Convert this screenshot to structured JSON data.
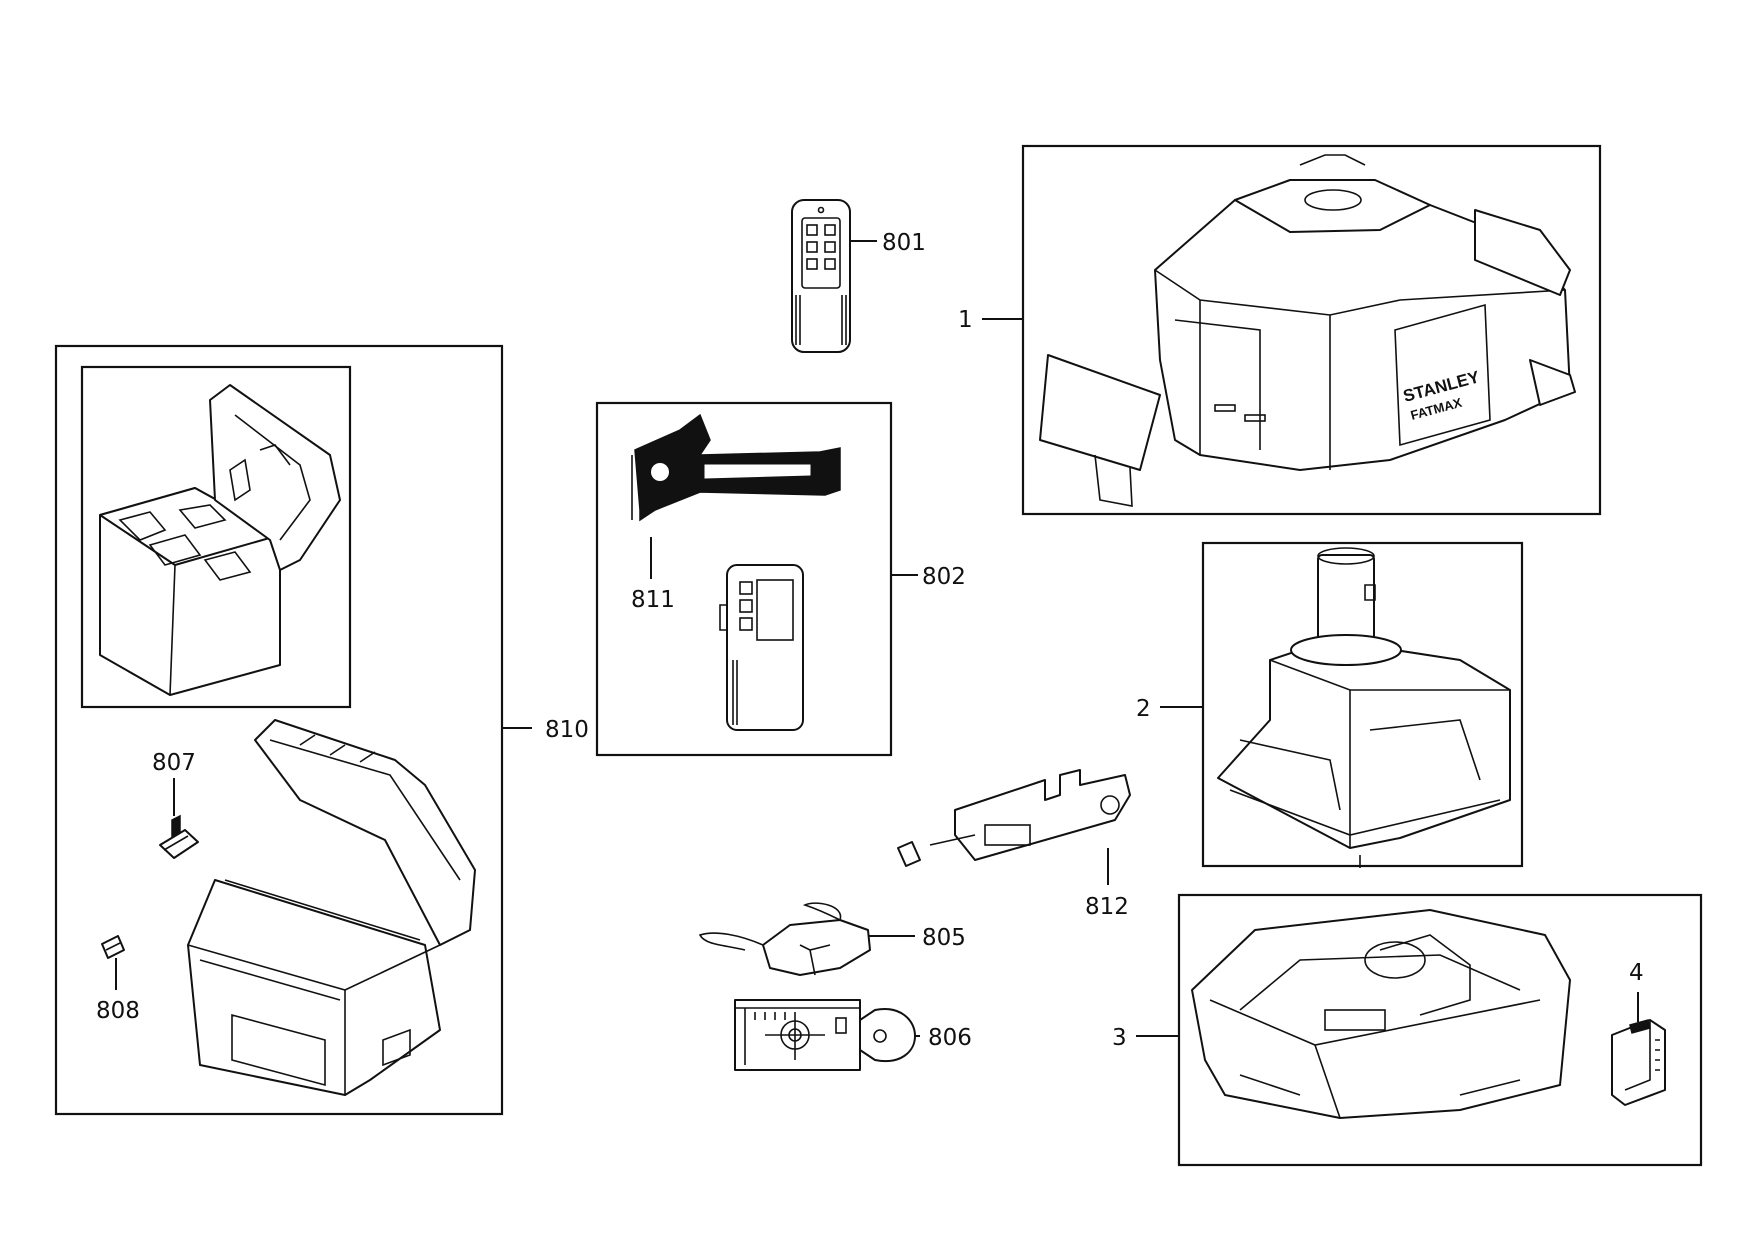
{
  "title": "",
  "parts": [
    {
      "id": "p1",
      "label": "1"
    },
    {
      "id": "p2",
      "label": "2"
    },
    {
      "id": "p3",
      "label": "3"
    },
    {
      "id": "p4",
      "label": "4"
    },
    {
      "id": "p801",
      "label": "801"
    },
    {
      "id": "p802",
      "label": "802"
    },
    {
      "id": "p805",
      "label": "805"
    },
    {
      "id": "p806",
      "label": "806"
    },
    {
      "id": "p807",
      "label": "807"
    },
    {
      "id": "p808",
      "label": "808"
    },
    {
      "id": "p810",
      "label": "810"
    },
    {
      "id": "p811",
      "label": "811"
    },
    {
      "id": "p812",
      "label": "812"
    }
  ],
  "brand_logo": {
    "line1": "STANLEY",
    "line2": "FATMAX"
  }
}
